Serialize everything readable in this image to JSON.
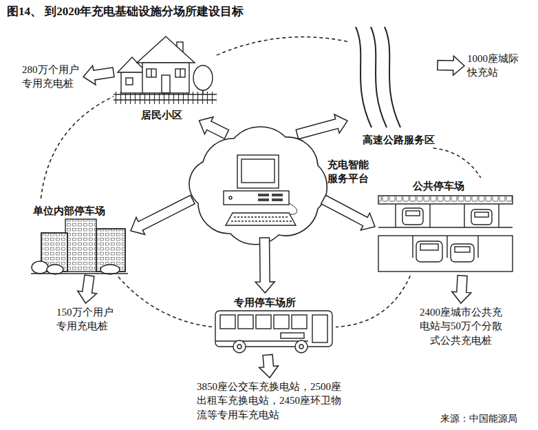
{
  "diagram": {
    "title": "图14、 到2020年充电基础设施分场所建设目标",
    "nodes": [
      {
        "text": [
          "280万个用户 专用充电桩"
        ]
      },
      {
        "text": [
          "居民小区"
        ]
      },
      {
        "text": [
          "1000座城际 快充站"
        ]
      },
      {
        "text": [
          "高速公路服务区"
        ]
      },
      {
        "text": [
          "充电智能 服务平台"
        ]
      },
      {
        "text": [
          "公共停车场"
        ]
      },
      {
        "text": [
          "单位内部停车场"
        ]
      },
      {
        "text": [
          "150万个用户 专用充电桩"
        ]
      },
      {
        "text": [
          "专用停车场所"
        ]
      },
      {
        "text": [
          "2400座城市公共充 电站与50万个分散 式公共充电桩"
        ]
      },
      {
        "text": [
          "3850座公交车充换电站，2500座 出租车充换电站，2450座环卫物 流等专用车充电站"
        ]
      }
    ],
    "edges": [
      {
        "from": 4,
        "to": 1,
        "arrow": "to"
      },
      {
        "from": 4,
        "to": 3,
        "arrow": "to"
      },
      {
        "from": 4,
        "to": 5,
        "arrow": "to"
      },
      {
        "from": 4,
        "to": 8,
        "arrow": "to"
      },
      {
        "from": 4,
        "to": 6,
        "arrow": "to"
      },
      {
        "from": 1,
        "to": 0,
        "arrow": "to"
      },
      {
        "from": 3,
        "to": 2,
        "arrow": "to"
      },
      {
        "from": 5,
        "to": 9,
        "arrow": "to"
      },
      {
        "from": 6,
        "to": 7,
        "arrow": "to"
      },
      {
        "from": 8,
        "to": 10,
        "arrow": "to"
      },
      {
        "from": 1,
        "to": 3,
        "arrow": "none"
      },
      {
        "from": 3,
        "to": 5,
        "arrow": "none"
      },
      {
        "from": 5,
        "to": 8,
        "arrow": "none"
      },
      {
        "from": 8,
        "to": 6,
        "arrow": "none"
      },
      {
        "from": 6,
        "to": 1,
        "arrow": "none"
      }
    ],
    "labels": [
      "来源：中国能源局"
    ]
  }
}
